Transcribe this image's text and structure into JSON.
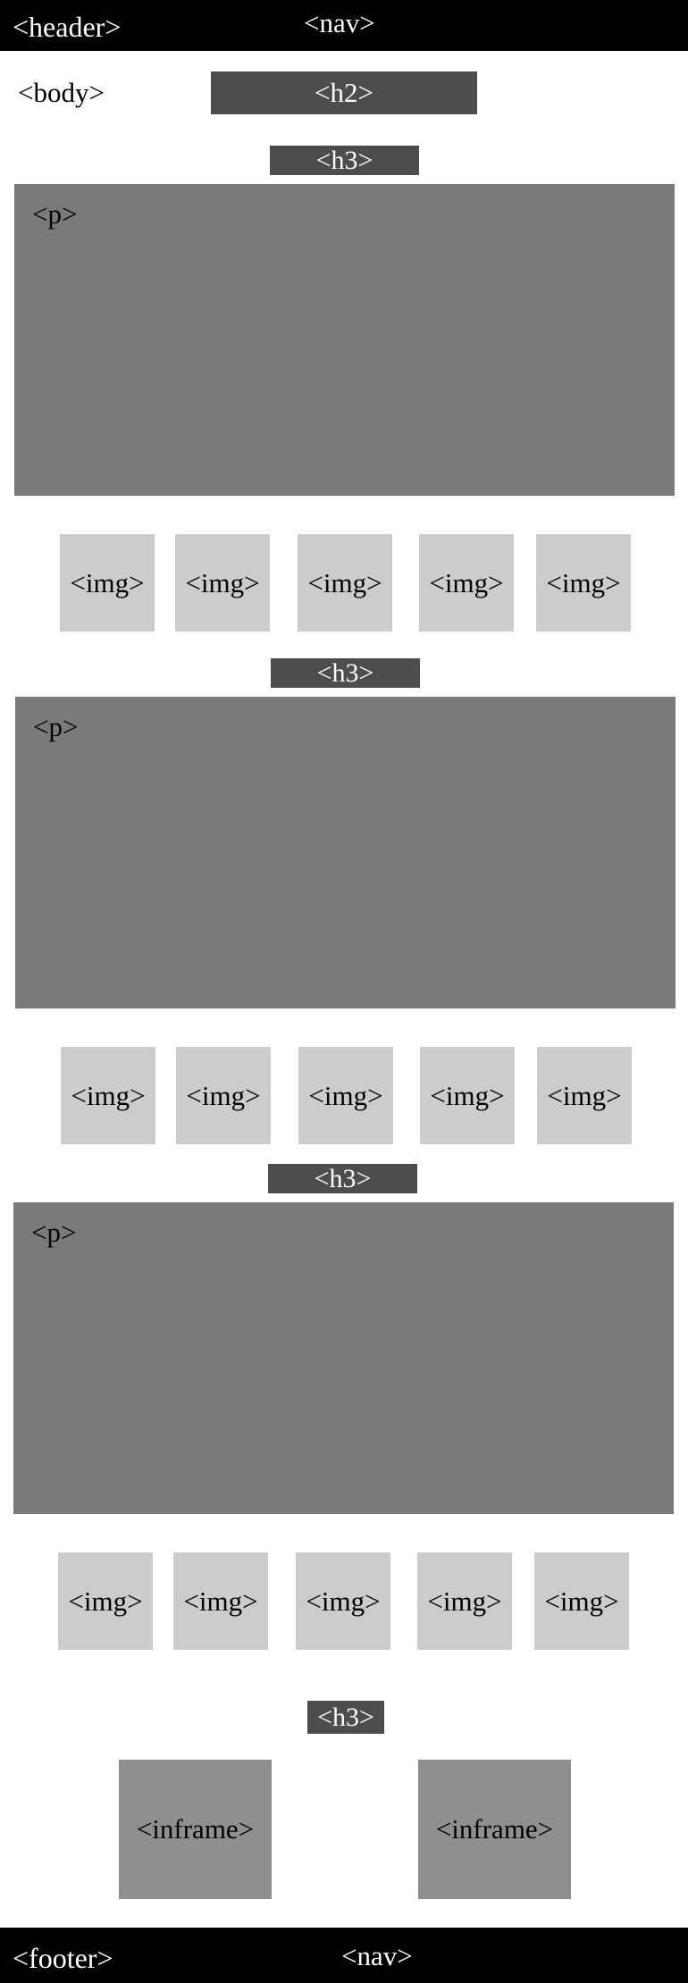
{
  "header": {
    "header_label": "<header>",
    "nav_label": "<nav>"
  },
  "body_label": "<body>",
  "h2_label": "<h2>",
  "sections": [
    {
      "h3_label": "<h3>",
      "p_label": "<p>",
      "img_labels": [
        "<img>",
        "<img>",
        "<img>",
        "<img>",
        "<img>"
      ]
    },
    {
      "h3_label": "<h3>",
      "p_label": "<p>",
      "img_labels": [
        "<img>",
        "<img>",
        "<img>",
        "<img>",
        "<img>"
      ]
    },
    {
      "h3_label": "<h3>",
      "p_label": "<p>",
      "img_labels": [
        "<img>",
        "<img>",
        "<img>",
        "<img>",
        "<img>"
      ]
    }
  ],
  "embed_section": {
    "h3_label": "<h3>",
    "iframe_labels": [
      "<inframe>",
      "<inframe>"
    ]
  },
  "footer": {
    "footer_label": "<footer>",
    "nav_label": "<nav>"
  },
  "colors": {
    "bars": "#000000",
    "heading_boxes": "#4d4d4d",
    "paragraph_boxes": "#7a7a7a",
    "image_boxes": "#cccccc",
    "iframe_boxes": "#8f8f8f"
  }
}
